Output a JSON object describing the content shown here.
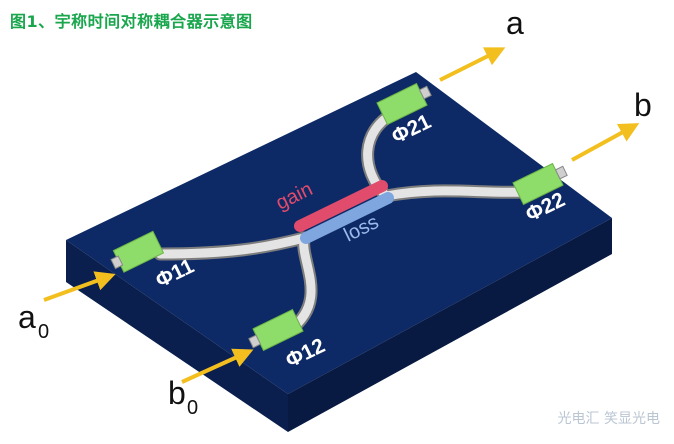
{
  "figure": {
    "title": "图1、宇称时间对称耦合器示意图",
    "gain_label": "gain",
    "loss_label": "loss",
    "ports": {
      "p11": "Φ11",
      "p12": "Φ12",
      "p21": "Φ21",
      "p22": "Φ22"
    },
    "inputs": {
      "a0_main": "a",
      "a0_sub": "0",
      "b0_main": "b",
      "b0_sub": "0"
    },
    "outputs": {
      "a": "a",
      "b": "b"
    },
    "watermark": "光电汇 笑显光电"
  },
  "colors": {
    "title": "#19a64d",
    "chip": "#0d2a66",
    "gain": "#e14b6c",
    "loss": "#7fa6df",
    "pad": "#8edc6a",
    "arrow": "#f2bf1f"
  }
}
